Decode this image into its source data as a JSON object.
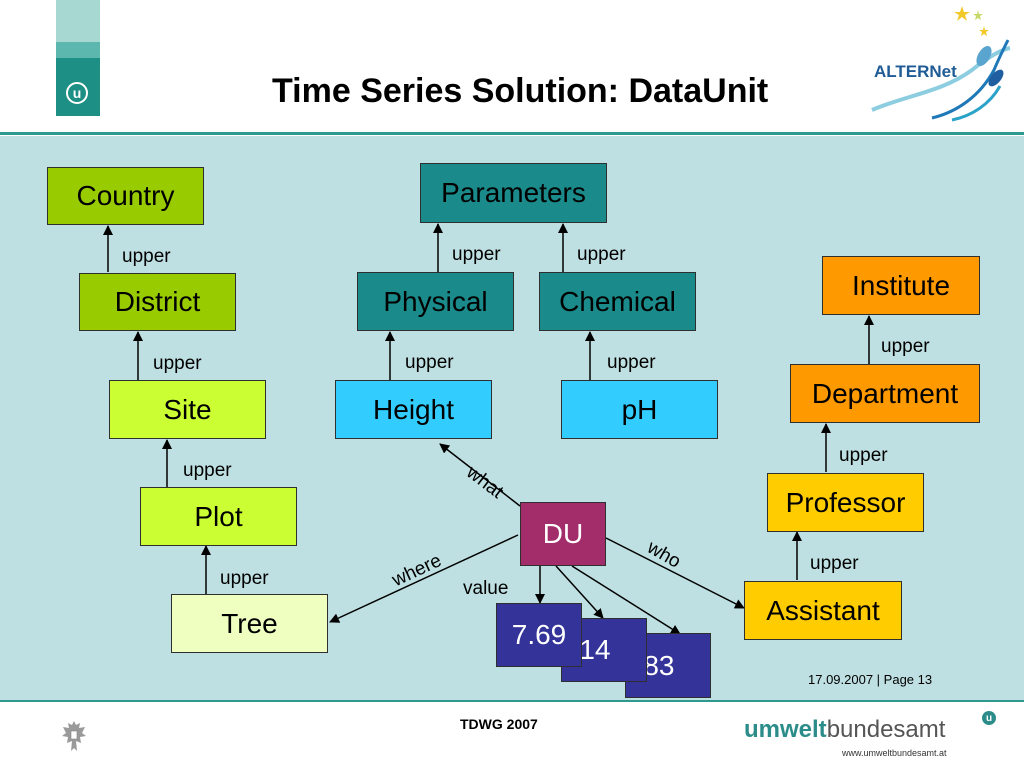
{
  "slide": {
    "title": "Time Series Solution: DataUnit",
    "footer_date_page": "17.09.2007 | Page 13",
    "footer_center": "TDWG 2007",
    "brand_part1": "umwelt",
    "brand_part2": "bundesamt",
    "brand_url": "www.umweltbundesamt.at",
    "alternet_logo_text": "ALTERNet",
    "logo_u": "u"
  },
  "diagram": {
    "nodes": {
      "country": "Country",
      "district": "District",
      "site": "Site",
      "plot": "Plot",
      "tree": "Tree",
      "parameters": "Parameters",
      "physical": "Physical",
      "chemical": "Chemical",
      "height": "Height",
      "ph": "pH",
      "du": "DU",
      "institute": "Institute",
      "department": "Department",
      "professor": "Professor",
      "assistant": "Assistant",
      "value1": "7.69",
      "value2": "7.14",
      "value3": "6.83"
    },
    "edge_labels": {
      "upper": "upper",
      "what": "what",
      "who": "who",
      "where": "where",
      "value": "value"
    }
  },
  "colors": {
    "location_nodes": "#99cc00",
    "site_plot": "#ccff33",
    "tree": "#efffc0",
    "parameter_nodes": "#1a8a8a",
    "what_nodes": "#33ccff",
    "du": "#a32d6a",
    "value_nodes": "#333399",
    "institute": "#ff9900",
    "person_nodes": "#ffcc00",
    "panel": "#bfe0e2",
    "accent": "#2e9a8f"
  }
}
